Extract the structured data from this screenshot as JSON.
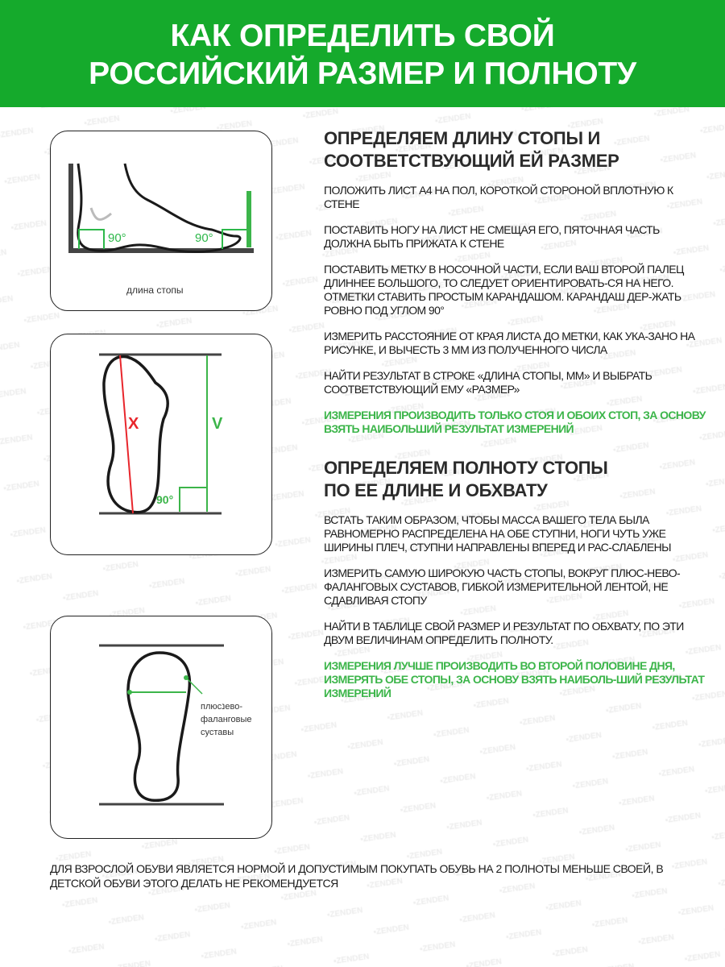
{
  "watermark": "ZENDEN",
  "colors": {
    "brand_green": "#15aa2c",
    "accent_green": "#3cb54a",
    "accent_red": "#e8262c"
  },
  "header": {
    "title_line1": "КАК ОПРЕДЕЛИТЬ СВОЙ",
    "title_line2": "РОССИЙСКИЙ РАЗМЕР И ПОЛНОТУ"
  },
  "figure1": {
    "angle_left": "90°",
    "angle_right": "90°",
    "caption": "длина стопы"
  },
  "figure2": {
    "label_x": "X",
    "label_y": "V",
    "angle": "90°"
  },
  "figure3": {
    "label_line1": "плюсנево-",
    "label_line2": "фаланговые",
    "label_line3": "суставы"
  },
  "section1": {
    "title_line1": "ОПРЕДЕЛЯЕМ ДЛИНУ СТОПЫ И",
    "title_line2": "СООТВЕТСТВУЮЩИЙ ЕЙ РАЗМЕР",
    "paragraphs": [
      "ПОЛОЖИТЬ ЛИСТ А4 НА ПОЛ, КОРОТКОЙ СТОРОНОЙ ВПЛОТНУЮ К СТЕНЕ",
      "ПОСТАВИТЬ НОГУ НА ЛИСТ НЕ СМЕЩАЯ ЕГО, ПЯТОЧНАЯ ЧАСТЬ ДОЛЖНА БЫТЬ ПРИЖАТА К СТЕНЕ",
      "ПОСТАВИТЬ МЕТКУ В НОСОЧНОЙ ЧАСТИ, ЕСЛИ ВАШ ВТОРОЙ ПАЛЕЦ ДЛИННЕЕ БОЛЬШОГО, ТО СЛЕДУЕТ ОРИЕНТИРОВАТЬ-СЯ НА НЕГО.",
      "ОТМЕТКИ СТАВИТЬ ПРОСТЫМ КАРАНДАШОМ. КАРАНДАШ ДЕР-ЖАТЬ РОВНО ПОД УГЛОМ 90°",
      "ИЗМЕРИТЬ РАССТОЯНИЕ ОТ КРАЯ ЛИСТА ДО МЕТКИ, КАК УКА-ЗАНО НА РИСУНКЕ, И ВЫЧЕСТЬ 3 ММ ИЗ ПОЛУЧЕННОГО ЧИСЛА",
      "НАЙТИ РЕЗУЛЬТАТ В СТРОКЕ «ДЛИНА СТОПЫ, ММ» И ВЫБРАТЬ СООТВЕТСТВУЮЩИЙ ЕМУ «РАЗМЕР»"
    ],
    "note": "ИЗМЕРЕНИЯ ПРОИЗВОДИТЬ ТОЛЬКО СТОЯ И ОБОИХ СТОП, ЗА ОСНОВУ ВЗЯТЬ НАИБОЛЬШИЙ РЕЗУЛЬТАТ ИЗМЕРЕНИЙ"
  },
  "section2": {
    "title_line1": "ОПРЕДЕЛЯЕМ ПОЛНОТУ СТОПЫ",
    "title_line2": "ПО ЕЕ ДЛИНЕ И ОБХВАТУ",
    "paragraphs": [
      "ВСТАТЬ ТАКИМ ОБРАЗОМ, ЧТОБЫ МАССА ВАШЕГО ТЕЛА БЫЛА РАВНОМЕРНО РАСПРЕДЕЛЕНА НА ОБЕ СТУПНИ, НОГИ ЧУТЬ УЖЕ ШИРИНЫ ПЛЕЧ, СТУПНИ НАПРАВЛЕНЫ ВПЕРЕД И РАС-СЛАБЛЕНЫ",
      "ИЗМЕРИТЬ САМУЮ ШИРОКУЮ ЧАСТЬ СТОПЫ, ВОКРУГ ПЛЮС-НЕВО-ФАЛАНГОВЫХ СУСТАВОВ, ГИБКОЙ ИЗМЕРИТЕЛЬНОЙ ЛЕНТОЙ, НЕ СДАВЛИВАЯ СТОПУ",
      "НАЙТИ В ТАБЛИЦЕ СВОЙ РАЗМЕР И РЕЗУЛЬТАТ ПО ОБХВАТУ, ПО ЭТИ ДВУМ ВЕЛИЧИНАМ ОПРЕДЕЛИТЬ ПОЛНОТУ."
    ],
    "note": "ИЗМЕРЕНИЯ ЛУЧШЕ ПРОИЗВОДИТЬ ВО ВТОРОЙ ПОЛОВИНЕ ДНЯ, ИЗМЕРЯТЬ ОБЕ СТОПЫ, ЗА ОСНОВУ ВЗЯТЬ НАИБОЛЬ-ШИЙ РЕЗУЛЬТАТ ИЗМЕРЕНИЙ"
  },
  "footer": {
    "text": "ДЛЯ ВЗРОСЛОЙ ОБУВИ ЯВЛЯЕТСЯ НОРМОЙ И ДОПУСТИМЫМ ПОКУПАТЬ ОБУВЬ НА 2 ПОЛНОТЫ МЕНЬШЕ СВОЕЙ, В ДЕТСКОЙ ОБУВИ ЭТОГО ДЕЛАТЬ НЕ РЕКОМЕНДУЕТСЯ"
  }
}
